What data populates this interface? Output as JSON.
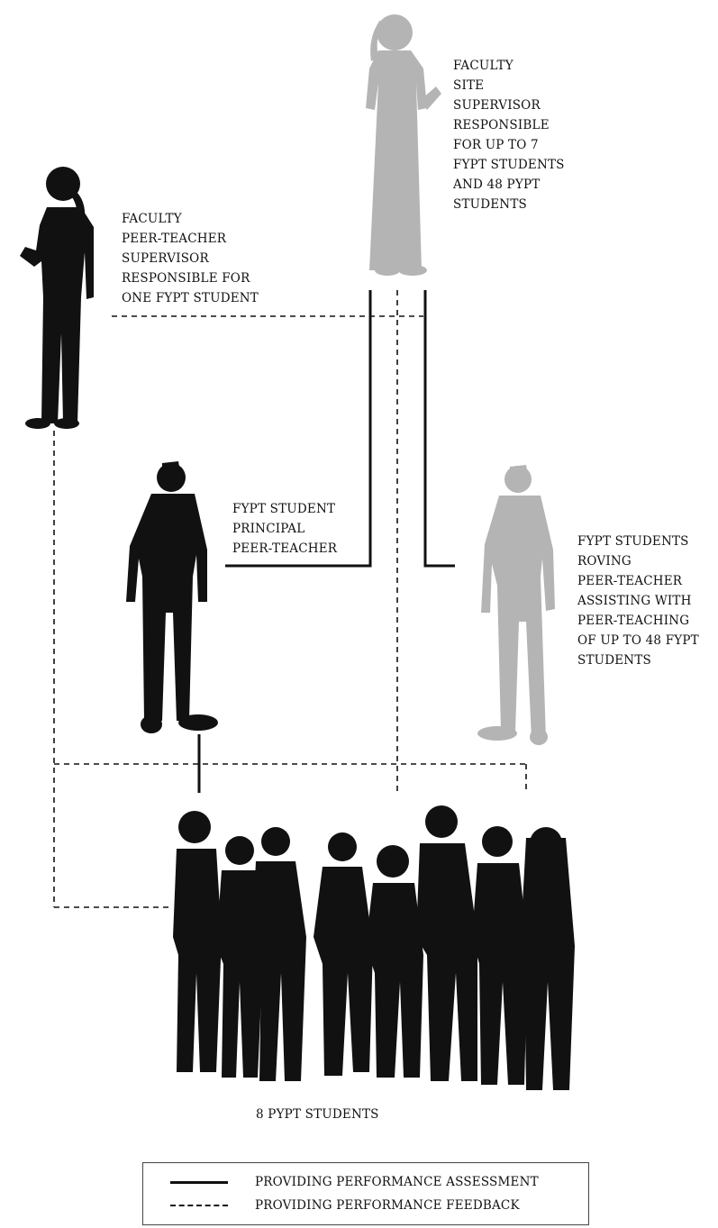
{
  "labels": {
    "site_supervisor": [
      "FACULTY",
      "SITE",
      "SUPERVISOR",
      "RESPONSIBLE",
      "FOR UP TO 7",
      "FYPT STUDENTS",
      "AND 48 PYPT",
      "STUDENTS"
    ],
    "peer_teacher_supervisor": [
      "FACULTY",
      "PEER-TEACHER",
      "SUPERVISOR",
      "RESPONSIBLE FOR",
      "ONE FYPT STUDENT"
    ],
    "principal_peer_teacher": [
      "FYPT STUDENT",
      "PRINCIPAL",
      "PEER-TEACHER"
    ],
    "roving_peer_teacher": [
      "FYPT STUDENTS",
      "ROVING",
      "PEER-TEACHER",
      "ASSISTING WITH",
      "PEER-TEACHING",
      "OF UP TO 48 FYPT",
      "STUDENTS"
    ],
    "group": "8 PYPT STUDENTS"
  },
  "legend": {
    "solid": "PROVIDING PERFORMANCE ASSESSMENT",
    "dashed": "PROVIDING PERFORMANCE FEEDBACK"
  },
  "colors": {
    "dark_figure": "#111111",
    "light_figure": "#b4b4b4"
  }
}
